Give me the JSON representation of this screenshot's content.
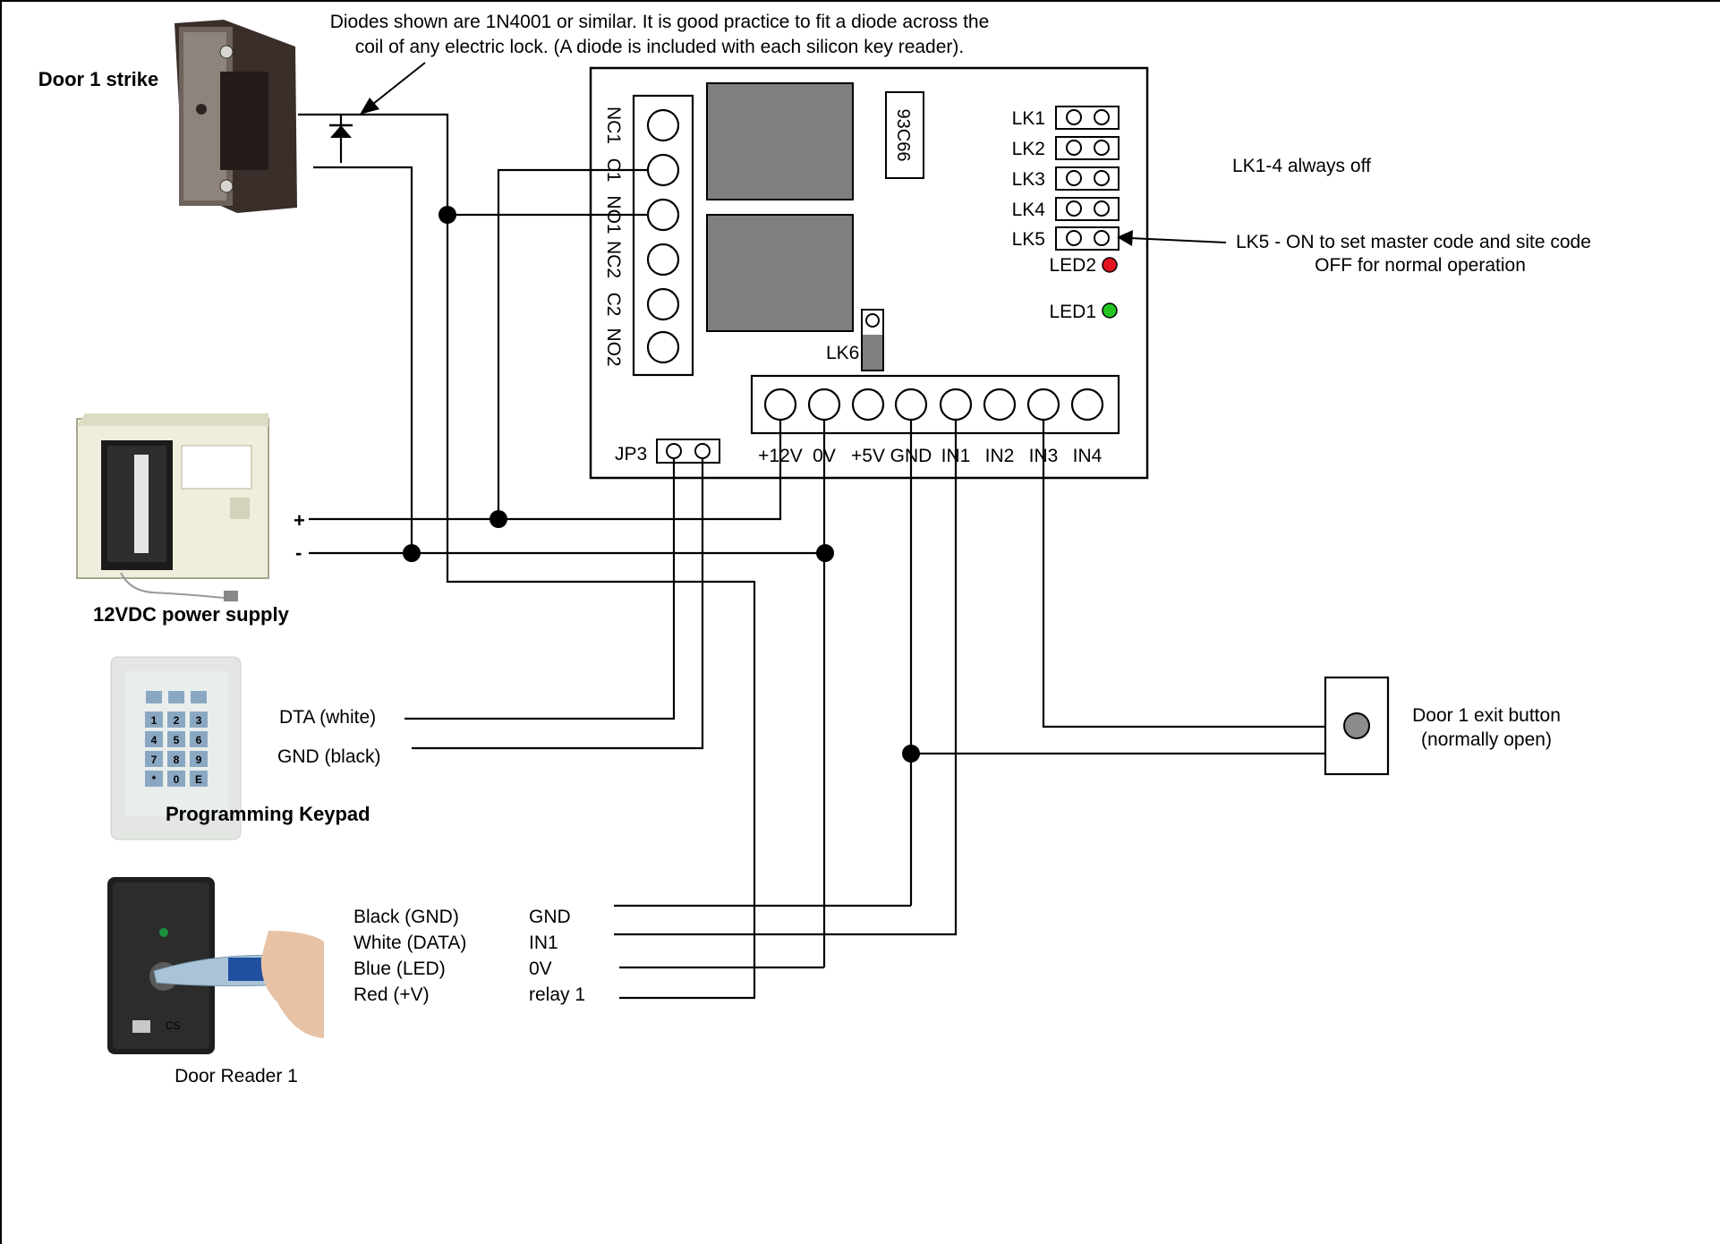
{
  "note": {
    "line1": "Diodes shown are 1N4001 or similar. It is good practice to fit a diode across the",
    "line2": "coil of any electric lock. (A diode is included with each silicon key reader)."
  },
  "devices": {
    "strike": "Door 1 strike",
    "power_supply": "12VDC power supply",
    "keypad": "Programming Keypad",
    "reader": "Door Reader 1",
    "exit_button_line1": "Door 1 exit button",
    "exit_button_line2": "(normally open)"
  },
  "power": {
    "plus": "+",
    "minus": "-"
  },
  "board": {
    "relay_terminals": [
      "NC1",
      "C1",
      "NO1",
      "NC2",
      "C2",
      "NO2"
    ],
    "chip": "93C66",
    "links": [
      "LK1",
      "LK2",
      "LK3",
      "LK4",
      "LK5"
    ],
    "lk6": "LK6",
    "jp3": "JP3",
    "led2": "LED2",
    "led1": "LED1",
    "led2_color": "#e0141e",
    "led1_color": "#22c522",
    "bottom_terminals": [
      "+12V",
      "0V",
      "+5V",
      "GND",
      "IN1",
      "IN2",
      "IN3",
      "IN4"
    ]
  },
  "notes": {
    "lk14": "LK1-4  always off",
    "lk5_line1": "LK5 - ON to set master code and site code",
    "lk5_line2": "OFF for normal operation"
  },
  "keypad_wires": {
    "dta": "DTA (white)",
    "gnd": "GND (black)"
  },
  "keypad_keys": [
    "1",
    "2",
    "3",
    "4",
    "5",
    "6",
    "7",
    "8",
    "9",
    "*",
    "0",
    "E"
  ],
  "reader_wires": {
    "colors": [
      "Black (GND)",
      "White (DATA)",
      "Blue (LED)",
      "Red (+V)"
    ],
    "connections": [
      "GND",
      "IN1",
      "0V",
      "relay 1"
    ]
  },
  "reader_brand": "CS"
}
